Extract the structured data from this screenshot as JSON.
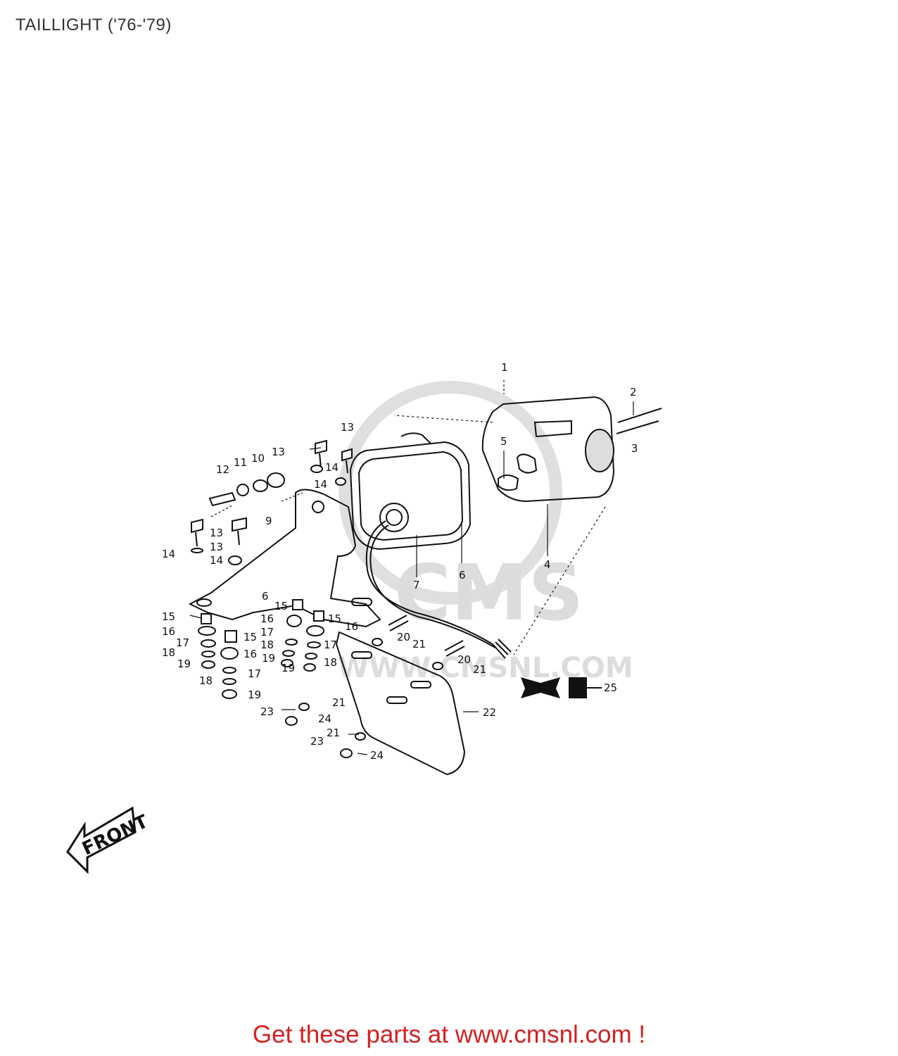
{
  "title": "TAILLIGHT ('76-'79)",
  "watermark": {
    "brand": "CMS",
    "url": "WWW.CMSNL.COM"
  },
  "front_arrow_label": "FRONT",
  "part_labels": [
    "1",
    "2",
    "3",
    "4",
    "5",
    "6",
    "7",
    "6",
    "9",
    "10",
    "11",
    "12",
    "13",
    "13",
    "13",
    "13",
    "14",
    "14",
    "14",
    "14",
    "15",
    "15",
    "15",
    "15",
    "16",
    "16",
    "16",
    "16",
    "17",
    "17",
    "17",
    "17",
    "18",
    "18",
    "18",
    "18",
    "19",
    "19",
    "19",
    "19",
    "20",
    "20",
    "21",
    "21",
    "21",
    "21",
    "22",
    "23",
    "23",
    "24",
    "24",
    "25"
  ],
  "footer": "Get these parts at www.cmsnl.com !"
}
